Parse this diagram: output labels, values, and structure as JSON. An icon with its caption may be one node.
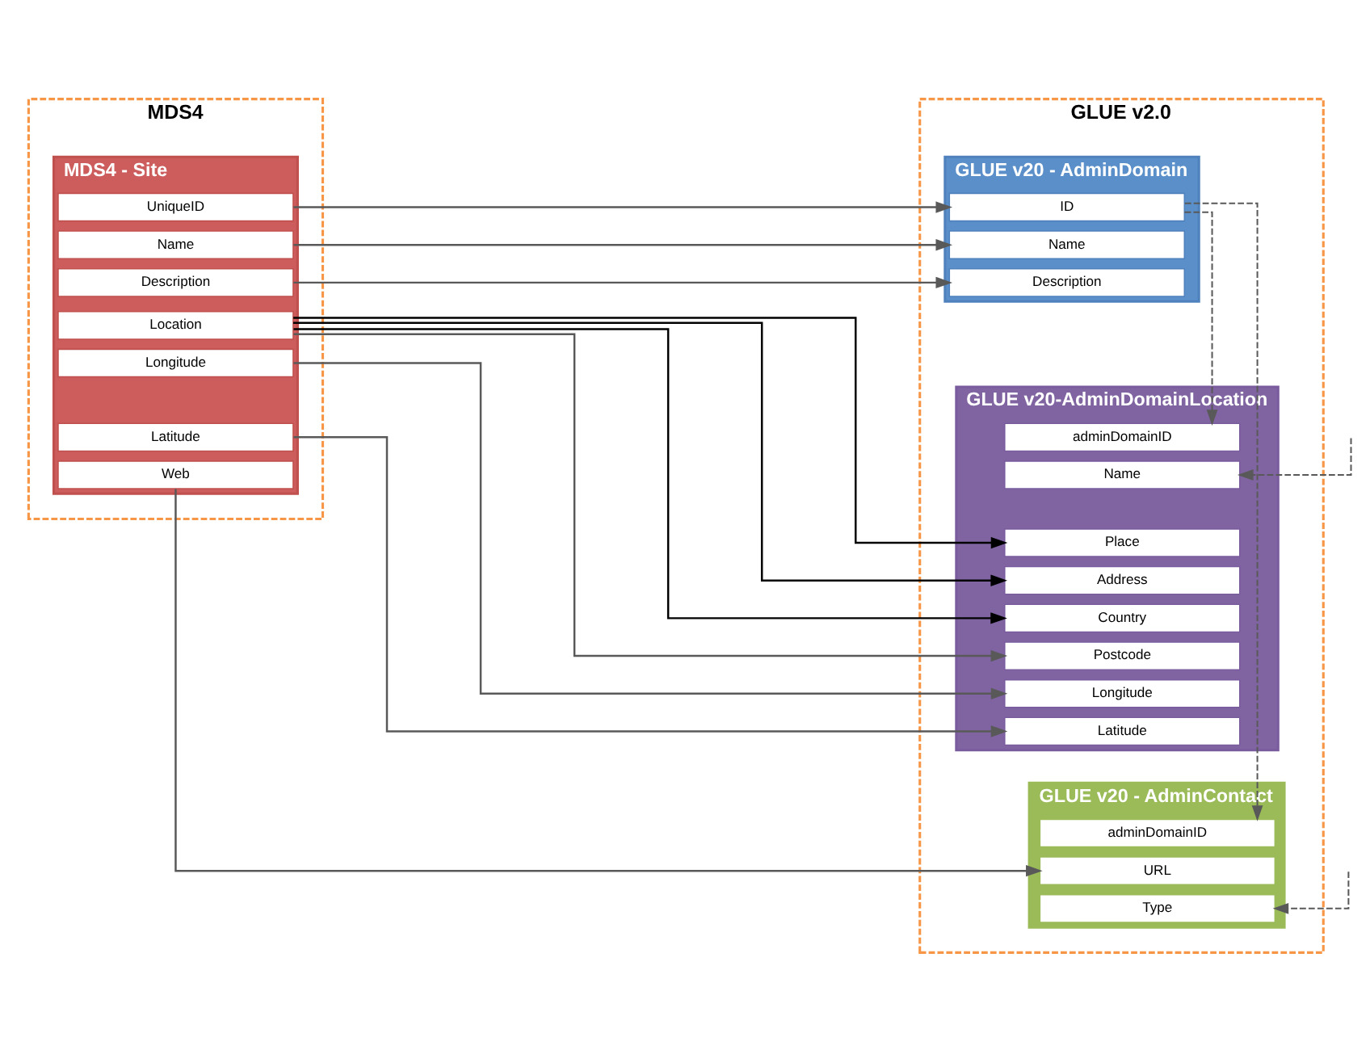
{
  "diagram": {
    "nodes": [
      {
        "text": [
          "MDS4"
        ]
      },
      {
        "text": [
          "MDS4 - Site"
        ],
        "in": 0
      },
      {
        "text": [
          "UniqueID"
        ],
        "in": 1
      },
      {
        "text": [
          "Name"
        ],
        "in": 1
      },
      {
        "text": [
          "Description"
        ],
        "in": 1
      },
      {
        "text": [
          "Location"
        ],
        "in": 1
      },
      {
        "text": [
          "Longitude"
        ],
        "in": 1
      },
      {
        "text": [
          "Latitude"
        ],
        "in": 1
      },
      {
        "text": [
          "Web"
        ],
        "in": 1
      },
      {
        "text": [
          "GLUE v2.0"
        ]
      },
      {
        "text": [
          "GLUE v20 - AdminDomain"
        ],
        "in": 9
      },
      {
        "text": [
          "ID"
        ],
        "in": 10
      },
      {
        "text": [
          "Name"
        ],
        "in": 10
      },
      {
        "text": [
          "Description"
        ],
        "in": 10
      },
      {
        "text": [
          "GLUE v20-AdminDomainLocation"
        ],
        "in": 9
      },
      {
        "text": [
          "adminDomainID"
        ],
        "in": 14
      },
      {
        "text": [
          "Name"
        ],
        "in": 14
      },
      {
        "text": [
          "Place"
        ],
        "in": 14
      },
      {
        "text": [
          "Address"
        ],
        "in": 14
      },
      {
        "text": [
          "Country"
        ],
        "in": 14
      },
      {
        "text": [
          "Postcode"
        ],
        "in": 14
      },
      {
        "text": [
          "Longitude"
        ],
        "in": 14
      },
      {
        "text": [
          "Latitude"
        ],
        "in": 14
      },
      {
        "text": [
          "GLUE v20 - AdminContact"
        ],
        "in": 9
      },
      {
        "text": [
          "adminDomainID"
        ],
        "in": 23
      },
      {
        "text": [
          "URL"
        ],
        "in": 23
      },
      {
        "text": [
          "Type"
        ],
        "in": 23
      }
    ],
    "edges": [
      {
        "from": 2,
        "to": 11,
        "arrow": "to"
      },
      {
        "from": 3,
        "to": 12,
        "arrow": "to"
      },
      {
        "from": 4,
        "to": 13,
        "arrow": "to"
      },
      {
        "from": 5,
        "to": 17,
        "arrow": "to",
        "color": "#000000"
      },
      {
        "from": 5,
        "to": 18,
        "arrow": "to",
        "color": "#000000"
      },
      {
        "from": 5,
        "to": 19,
        "arrow": "to",
        "color": "#000000"
      },
      {
        "from": 5,
        "to": 20,
        "arrow": "to"
      },
      {
        "from": 6,
        "to": 21,
        "arrow": "to"
      },
      {
        "from": 7,
        "to": 22,
        "arrow": "to"
      },
      {
        "from": 8,
        "to": 25,
        "arrow": "to"
      },
      {
        "from": 11,
        "to": 15,
        "arrow": "to",
        "style": "dashed"
      },
      {
        "from": 11,
        "to": 24,
        "arrow": "to",
        "style": "dashed"
      },
      {
        "from": null,
        "to": 16,
        "arrow": "to",
        "style": "dashed"
      },
      {
        "from": null,
        "to": 26,
        "arrow": "to",
        "style": "dashed"
      }
    ]
  }
}
